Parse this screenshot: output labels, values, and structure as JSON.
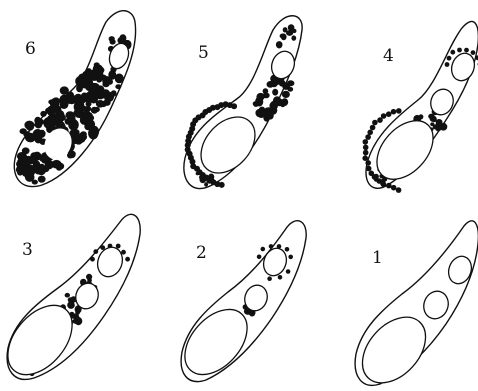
{
  "diagram": {
    "stages": [
      {
        "label": "6",
        "granule_density": "very-high"
      },
      {
        "label": "5",
        "granule_density": "high"
      },
      {
        "label": "4",
        "granule_density": "medium"
      },
      {
        "label": "3",
        "granule_density": "medium"
      },
      {
        "label": "2",
        "granule_density": "low"
      },
      {
        "label": "1",
        "granule_density": "none"
      }
    ],
    "colors": {
      "ink": "#111111",
      "background": "#ffffff"
    }
  }
}
